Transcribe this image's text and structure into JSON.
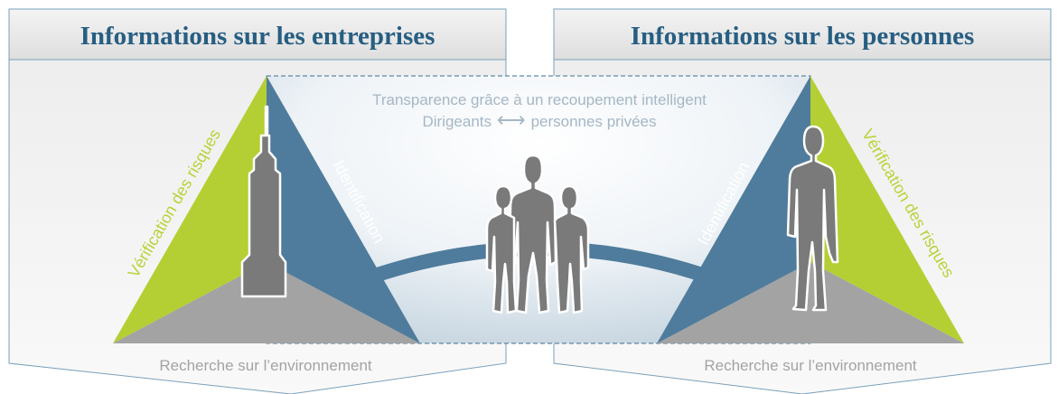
{
  "left_panel": {
    "title": "Informations sur les entreprises",
    "side_labels": {
      "green": "Vérification des risques",
      "blue": "Identification",
      "bottom": "Recherche sur l’environnement"
    },
    "icon": "skyscraper-icon"
  },
  "right_panel": {
    "title": "Informations sur les personnes",
    "side_labels": {
      "green": "Vérification des risques",
      "blue": "Identification",
      "bottom": "Recherche sur l’environnement"
    },
    "icon": "businessman-icon"
  },
  "center": {
    "line1": "Transparence grâce à un recoupement intelligent",
    "line2_left": "Dirigeants",
    "line2_arrow": "⟷",
    "line2_right": "personnes privées",
    "icon": "people-group-icon"
  },
  "colors": {
    "title": "#275e82",
    "green": "#b4cf33",
    "blue": "#4f7c9c",
    "gray": "#a3a3a3",
    "silhouette": "#7a7a7a"
  }
}
